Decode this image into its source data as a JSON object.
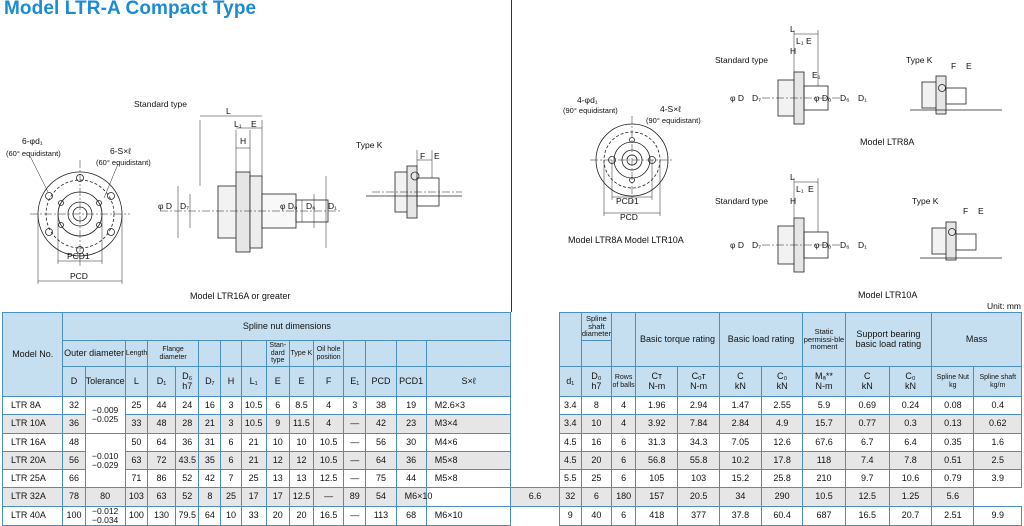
{
  "title": "Model LTR-A Compact Type",
  "unit_note": "Unit: mm",
  "left_drawing": {
    "standard_type_label": "Standard type",
    "type_k_label": "Type K",
    "holes_label": "6-φd₁",
    "holes_note": "(60° equidistant)",
    "tap_label": "6-S×ℓ",
    "tap_note": "(60° equidistant)",
    "pcd1": "PCD1",
    "pcd": "PCD",
    "dims": {
      "L": "L",
      "L1": "L₁",
      "E": "E",
      "H": "H",
      "F": "F",
      "phiD": "φ D",
      "D7": "D₇",
      "D0": "φ D₀",
      "D6": "D₆",
      "D1": "D₁"
    },
    "caption": "Model LTR16A or greater"
  },
  "right_drawing": {
    "holes_label": "4-φd₁",
    "holes_note": "(90° equidistant)",
    "tap_label": "4-S×ℓ",
    "tap_note": "(90° equidistant)",
    "pcd1": "PCD1",
    "pcd": "PCD",
    "caption_left": "Model LTR8A   Model LTR10A",
    "standard_type_label": "Standard type",
    "type_k_label": "Type K",
    "caption_8a": "Model LTR8A",
    "caption_10a": "Model LTR10A",
    "dims": {
      "L": "L",
      "L1": "L₁",
      "E": "E",
      "E1": "E₁",
      "H": "H",
      "F": "F",
      "phiD": "φ D",
      "D7": "D₇",
      "D0": "φ D₀",
      "D6": "D₆",
      "D1": "D₁"
    }
  },
  "table": {
    "headers": {
      "model_no": "Model No.",
      "spline_nut_dims": "Spline nut dimensions",
      "outer_diameter": "Outer diameter",
      "length": "Length",
      "flange_diameter": "Flange diameter",
      "standard_type": "Stan-dard type",
      "type_k": "Type K",
      "oil_hole": "Oil hole position",
      "spline_shaft_diameter": "Spline shaft diameter",
      "rows_of_balls": "Rows of balls",
      "basic_torque": "Basic torque rating",
      "basic_load": "Basic load rating",
      "static_moment": "Static permissi-ble moment",
      "support_bearing": "Support bearing basic load rating",
      "mass": "Mass",
      "D": "D",
      "tolerance": "Tolerance",
      "L": "L",
      "D1": "D₁",
      "D6": "D₆",
      "h7a": "h7",
      "D7": "D₇",
      "H": "H",
      "L1": "L₁",
      "E": "E",
      "E_k": "E",
      "F": "F",
      "E1": "E₁",
      "PCD": "PCD",
      "PCD1": "PCD1",
      "Sxl": "S×ℓ",
      "d1": "d₁",
      "D0": "D₀",
      "h7b": "h7",
      "rows": "Rows of balls",
      "CT": "Cᴛ",
      "CT_u": "N-m",
      "COT": "Cₒᴛ",
      "COT_u": "N-m",
      "C": "C",
      "C_u": "kN",
      "C0": "C₀",
      "C0_u": "kN",
      "MA": "Mₐ**",
      "MA_u": "N-m",
      "Cb": "C",
      "Cb_u": "kN",
      "C0b": "C₀",
      "C0b_u": "kN",
      "nut": "Spline Nut",
      "nut_u": "kg",
      "shaft": "Spline shaft",
      "shaft_u": "kg/m"
    },
    "tolerances": [
      {
        "a": "−0.009",
        "b": "−0.025"
      },
      {
        "a": "−0.010",
        "b": "−0.029"
      },
      {
        "a": "−0.012",
        "b": "−0.034"
      }
    ],
    "rows": [
      [
        "LTR 8A",
        "32",
        "25",
        "44",
        "24",
        "16",
        "3",
        "10.5",
        "6",
        "8.5",
        "4",
        "3",
        "38",
        "19",
        "M2.6×3",
        "3.4",
        "8",
        "4",
        "1.96",
        "2.94",
        "1.47",
        "2.55",
        "5.9",
        "0.69",
        "0.24",
        "0.08",
        "0.4"
      ],
      [
        "LTR 10A",
        "36",
        "33",
        "48",
        "28",
        "21",
        "3",
        "10.5",
        "9",
        "11.5",
        "4",
        "—",
        "42",
        "23",
        "M3×4",
        "3.4",
        "10",
        "4",
        "3.92",
        "7.84",
        "2.84",
        "4.9",
        "15.7",
        "0.77",
        "0.3",
        "0.13",
        "0.62"
      ],
      [
        "LTR 16A",
        "48",
        "50",
        "64",
        "36",
        "31",
        "6",
        "21",
        "10",
        "10",
        "10.5",
        "—",
        "56",
        "30",
        "M4×6",
        "4.5",
        "16",
        "6",
        "31.3",
        "34.3",
        "7.05",
        "12.6",
        "67.6",
        "6.7",
        "6.4",
        "0.35",
        "1.6"
      ],
      [
        "LTR 20A",
        "56",
        "63",
        "72",
        "43.5",
        "35",
        "6",
        "21",
        "12",
        "12",
        "10.5",
        "—",
        "64",
        "36",
        "M5×8",
        "4.5",
        "20",
        "6",
        "56.8",
        "55.8",
        "10.2",
        "17.8",
        "118",
        "7.4",
        "7.8",
        "0.51",
        "2.5"
      ],
      [
        "LTR 25A",
        "66",
        "71",
        "86",
        "52",
        "42",
        "7",
        "25",
        "13",
        "13",
        "12.5",
        "—",
        "75",
        "44",
        "M5×8",
        "5.5",
        "25",
        "6",
        "105",
        "103",
        "15.2",
        "25.8",
        "210",
        "9.7",
        "10.6",
        "0.79",
        "3.9"
      ],
      [
        "LTR 32A",
        "78",
        "80",
        "103",
        "63",
        "52",
        "8",
        "25",
        "17",
        "17",
        "12.5",
        "—",
        "89",
        "54",
        "M6×10",
        "6.6",
        "32",
        "6",
        "180",
        "157",
        "20.5",
        "34",
        "290",
        "10.5",
        "12.5",
        "1.25",
        "5.6"
      ],
      [
        "LTR 40A",
        "100",
        "100",
        "130",
        "79.5",
        "64",
        "10",
        "33",
        "20",
        "20",
        "16.5",
        "—",
        "113",
        "68",
        "M6×10",
        "9",
        "40",
        "6",
        "418",
        "377",
        "37.8",
        "60.4",
        "687",
        "16.5",
        "20.7",
        "2.51",
        "9.9"
      ]
    ]
  }
}
